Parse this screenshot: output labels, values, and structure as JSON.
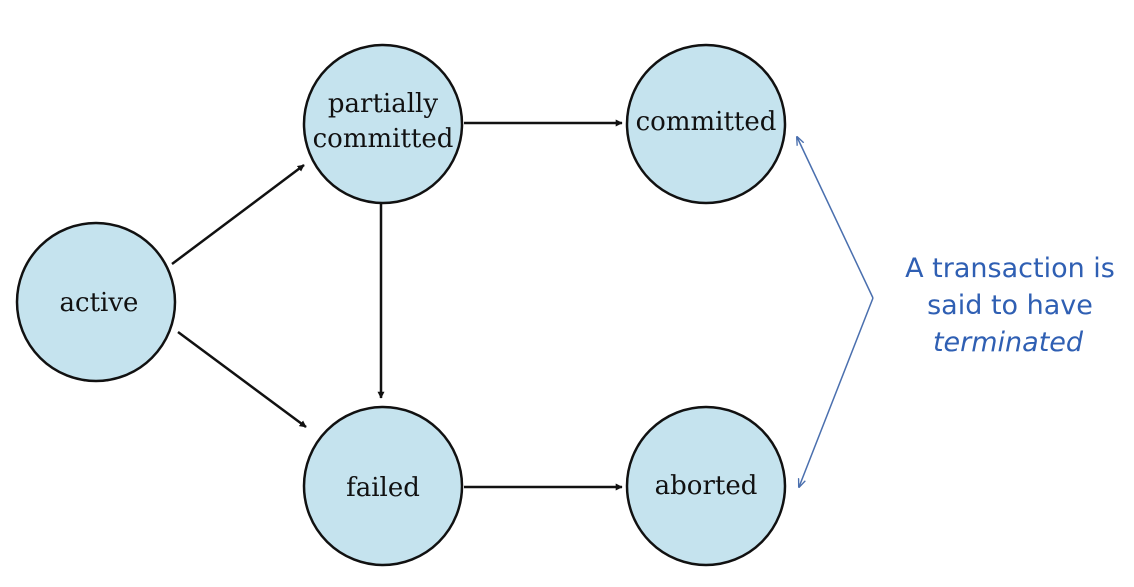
{
  "diagram": {
    "title": "",
    "colors": {
      "node_fill": "#c5e3ee",
      "node_stroke": "#111111",
      "edge": "#111111",
      "annotation": "#2f5fb3"
    },
    "nodes": {
      "active": {
        "lines": [
          "active"
        ]
      },
      "partially_committed": {
        "lines": [
          "partially",
          "committed"
        ]
      },
      "committed": {
        "lines": [
          "committed"
        ]
      },
      "failed": {
        "lines": [
          "failed"
        ]
      },
      "aborted": {
        "lines": [
          "aborted"
        ]
      }
    },
    "edges": [
      {
        "from": "active",
        "to": "partially_committed"
      },
      {
        "from": "active",
        "to": "failed"
      },
      {
        "from": "partially_committed",
        "to": "committed"
      },
      {
        "from": "partially_committed",
        "to": "failed"
      },
      {
        "from": "failed",
        "to": "aborted"
      }
    ],
    "annotation": {
      "line1": "A transaction is",
      "line2": "said to have",
      "line3": "terminated",
      "points_to": [
        "committed",
        "aborted"
      ]
    }
  }
}
